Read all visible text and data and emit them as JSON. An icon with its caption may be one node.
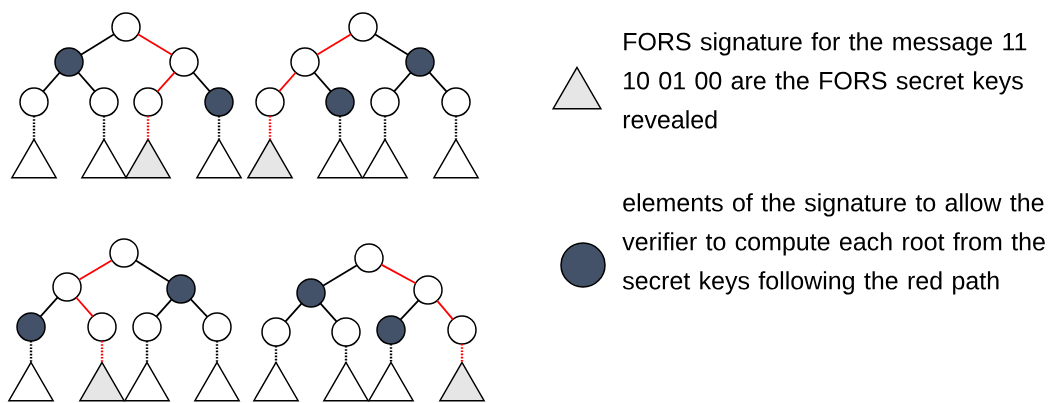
{
  "diagram": {
    "nodes": [
      {
        "text": [],
        "shape": "circle"
      },
      {
        "text": [],
        "shape": "circle"
      },
      {
        "text": [],
        "shape": "circle"
      },
      {
        "text": [],
        "shape": "circle"
      },
      {
        "text": [],
        "shape": "circle"
      },
      {
        "text": [],
        "shape": "circle"
      },
      {
        "text": [],
        "shape": "circle"
      },
      {
        "text": [],
        "shape": "triangle"
      },
      {
        "text": [],
        "shape": "triangle"
      },
      {
        "text": [],
        "shape": "triangle"
      },
      {
        "text": [],
        "shape": "triangle"
      },
      {
        "text": [],
        "shape": "circle"
      },
      {
        "text": [],
        "shape": "circle"
      },
      {
        "text": [],
        "shape": "circle"
      },
      {
        "text": [],
        "shape": "circle"
      },
      {
        "text": [],
        "shape": "circle"
      },
      {
        "text": [],
        "shape": "circle"
      },
      {
        "text": [],
        "shape": "circle"
      },
      {
        "text": [],
        "shape": "triangle"
      },
      {
        "text": [],
        "shape": "triangle"
      },
      {
        "text": [],
        "shape": "triangle"
      },
      {
        "text": [],
        "shape": "triangle"
      },
      {
        "text": [],
        "shape": "circle"
      },
      {
        "text": [],
        "shape": "circle"
      },
      {
        "text": [],
        "shape": "circle"
      },
      {
        "text": [],
        "shape": "circle"
      },
      {
        "text": [],
        "shape": "circle"
      },
      {
        "text": [],
        "shape": "circle"
      },
      {
        "text": [],
        "shape": "circle"
      },
      {
        "text": [],
        "shape": "triangle"
      },
      {
        "text": [],
        "shape": "triangle"
      },
      {
        "text": [],
        "shape": "triangle"
      },
      {
        "text": [],
        "shape": "triangle"
      },
      {
        "text": [],
        "shape": "circle"
      },
      {
        "text": [],
        "shape": "circle"
      },
      {
        "text": [],
        "shape": "circle"
      },
      {
        "text": [],
        "shape": "circle"
      },
      {
        "text": [],
        "shape": "circle"
      },
      {
        "text": [],
        "shape": "circle"
      },
      {
        "text": [],
        "shape": "circle"
      },
      {
        "text": [],
        "shape": "triangle"
      },
      {
        "text": [],
        "shape": "triangle"
      },
      {
        "text": [],
        "shape": "triangle"
      },
      {
        "text": [],
        "shape": "triangle"
      }
    ],
    "edges": [
      {
        "from": 0,
        "to": 1,
        "arrow": "none"
      },
      {
        "from": 0,
        "to": 2,
        "arrow": "none",
        "color": "#ff0000"
      },
      {
        "from": 1,
        "to": 3,
        "arrow": "none"
      },
      {
        "from": 1,
        "to": 4,
        "arrow": "none"
      },
      {
        "from": 2,
        "to": 5,
        "arrow": "none",
        "color": "#ff0000"
      },
      {
        "from": 2,
        "to": 6,
        "arrow": "none"
      },
      {
        "from": 3,
        "to": 7,
        "arrow": "none",
        "style": "dashed"
      },
      {
        "from": 4,
        "to": 8,
        "arrow": "none",
        "style": "dashed"
      },
      {
        "from": 5,
        "to": 9,
        "arrow": "none",
        "style": "dashed",
        "color": "#ff0000"
      },
      {
        "from": 6,
        "to": 10,
        "arrow": "none",
        "style": "dashed"
      },
      {
        "from": 11,
        "to": 12,
        "arrow": "none",
        "color": "#ff0000"
      },
      {
        "from": 11,
        "to": 13,
        "arrow": "none"
      },
      {
        "from": 12,
        "to": 14,
        "arrow": "none",
        "color": "#ff0000"
      },
      {
        "from": 12,
        "to": 15,
        "arrow": "none"
      },
      {
        "from": 13,
        "to": 16,
        "arrow": "none"
      },
      {
        "from": 13,
        "to": 17,
        "arrow": "none"
      },
      {
        "from": 14,
        "to": 18,
        "arrow": "none",
        "style": "dashed",
        "color": "#ff0000"
      },
      {
        "from": 15,
        "to": 19,
        "arrow": "none",
        "style": "dashed"
      },
      {
        "from": 16,
        "to": 20,
        "arrow": "none",
        "style": "dashed"
      },
      {
        "from": 17,
        "to": 21,
        "arrow": "none",
        "style": "dashed"
      },
      {
        "from": 22,
        "to": 23,
        "arrow": "none",
        "color": "#ff0000"
      },
      {
        "from": 22,
        "to": 24,
        "arrow": "none"
      },
      {
        "from": 23,
        "to": 25,
        "arrow": "none"
      },
      {
        "from": 23,
        "to": 26,
        "arrow": "none",
        "color": "#ff0000"
      },
      {
        "from": 24,
        "to": 27,
        "arrow": "none"
      },
      {
        "from": 24,
        "to": 28,
        "arrow": "none"
      },
      {
        "from": 25,
        "to": 29,
        "arrow": "none",
        "style": "dashed"
      },
      {
        "from": 26,
        "to": 30,
        "arrow": "none",
        "style": "dashed",
        "color": "#ff0000"
      },
      {
        "from": 27,
        "to": 31,
        "arrow": "none",
        "style": "dashed"
      },
      {
        "from": 28,
        "to": 32,
        "arrow": "none",
        "style": "dashed"
      },
      {
        "from": 33,
        "to": 34,
        "arrow": "none"
      },
      {
        "from": 33,
        "to": 35,
        "arrow": "none",
        "color": "#ff0000"
      },
      {
        "from": 34,
        "to": 36,
        "arrow": "none"
      },
      {
        "from": 34,
        "to": 37,
        "arrow": "none"
      },
      {
        "from": 35,
        "to": 38,
        "arrow": "none"
      },
      {
        "from": 35,
        "to": 39,
        "arrow": "none",
        "color": "#ff0000"
      },
      {
        "from": 36,
        "to": 40,
        "arrow": "none",
        "style": "dashed"
      },
      {
        "from": 37,
        "to": 41,
        "arrow": "none",
        "style": "dashed"
      },
      {
        "from": 38,
        "to": 42,
        "arrow": "none",
        "style": "dashed"
      },
      {
        "from": 39,
        "to": 43,
        "arrow": "none",
        "style": "dashed",
        "color": "#ff0000"
      }
    ],
    "legend": [
      {
        "text": "FORS signature for the message 11 10 01 00 are the FORS secret keys revealed"
      },
      {
        "text": "elements of the signature to allow the verifier to compute each root from the secret keys following the red path"
      }
    ]
  }
}
